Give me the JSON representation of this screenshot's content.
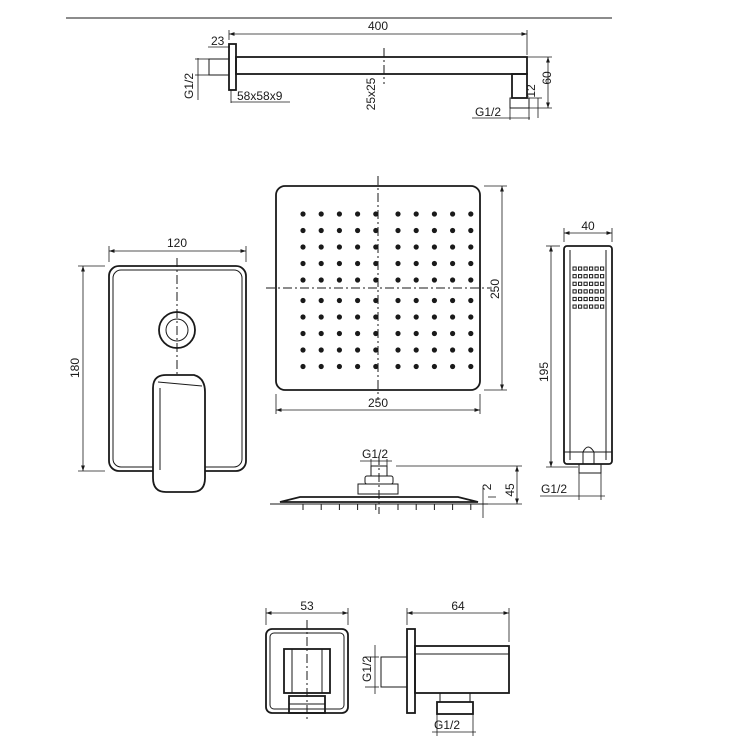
{
  "arm": {
    "length": "400",
    "flange_depth": "23",
    "flange_size": "58x58x9",
    "arm_section": "25x25",
    "drop_total": "60",
    "drop_inner": "12",
    "thread_wall": "G1/2",
    "thread_outlet": "G1/2"
  },
  "mixer": {
    "width": "120",
    "height": "180"
  },
  "shower_head": {
    "width": "250",
    "height": "250",
    "thread": "G1/2",
    "thickness": "2",
    "total_height": "45",
    "nozzle_rows": 10,
    "nozzle_cols": 10
  },
  "hand_shower": {
    "width": "40",
    "length": "195",
    "thread": "G1/2",
    "nozzle_rows": 6,
    "nozzle_cols": 6
  },
  "wall_outlet": {
    "front_width": "53",
    "side_depth": "64",
    "thread_side": "G1/2",
    "thread_bottom": "G1/2"
  }
}
